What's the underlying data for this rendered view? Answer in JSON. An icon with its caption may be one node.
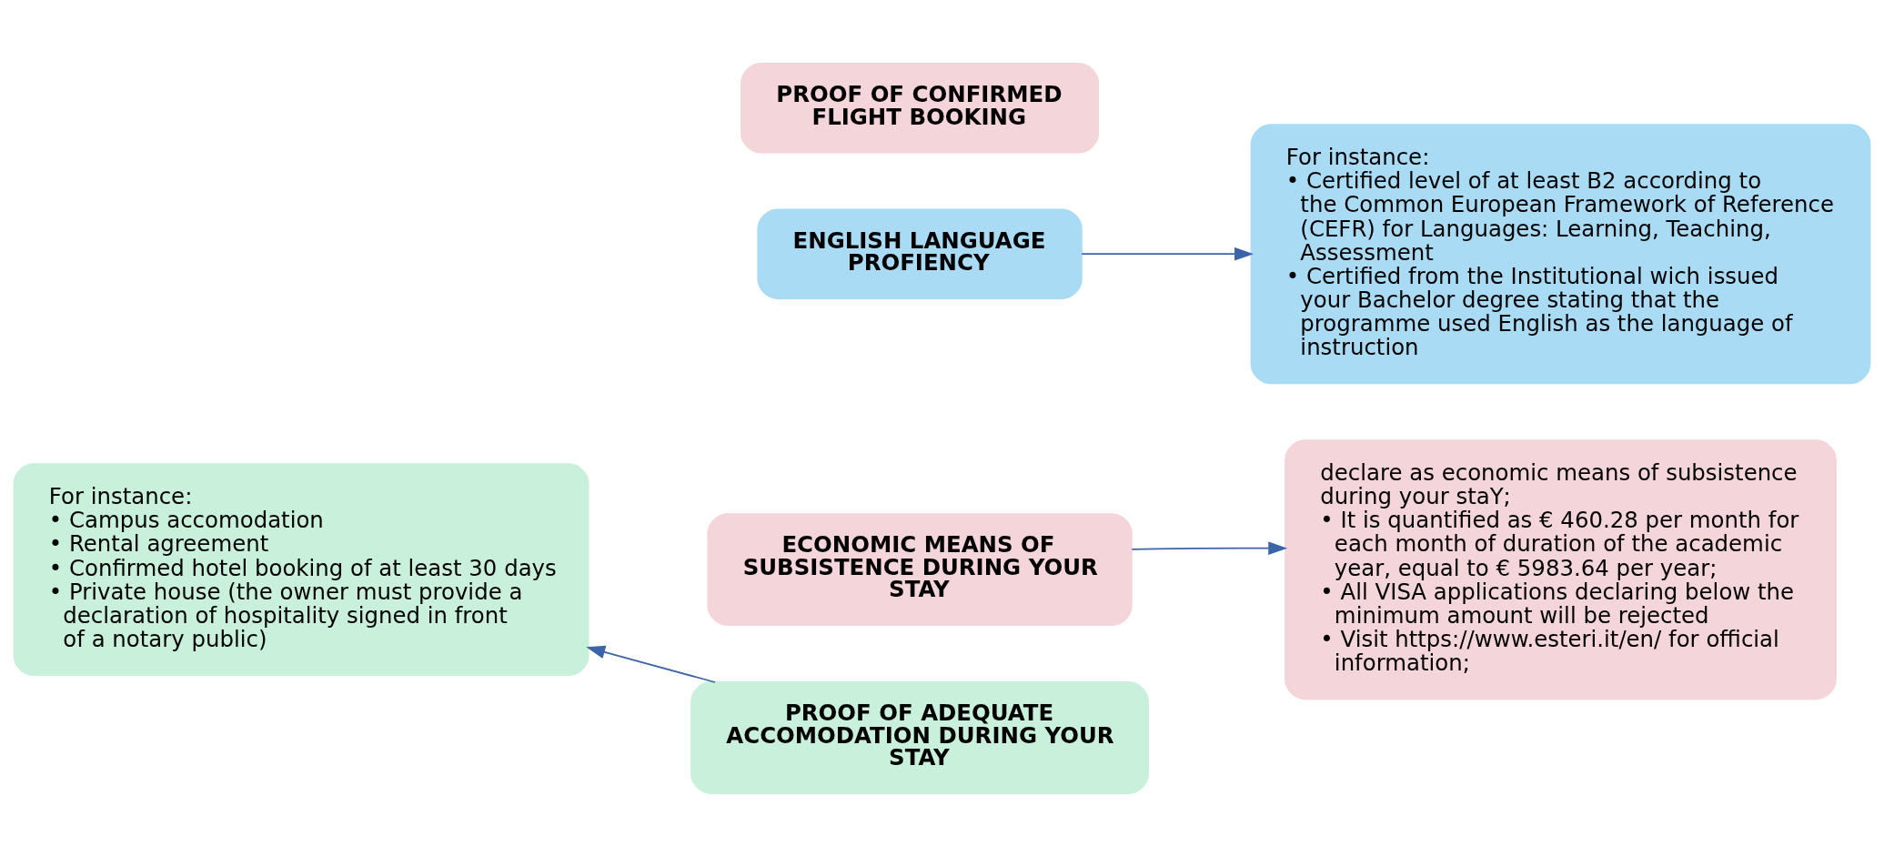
{
  "diagram": {
    "nodes": [
      {
        "text": [
          "ECONOMIC MEANS OF SUBSISTENCE DURING YOUR STAY"
        ]
      },
      {
        "text": [
          "declare as economic means of subsistence during your staY;",
          "• It is quantified as € 460.28 per month for each month of duration of the academic year, equal to € 5983.64 per year;",
          "• All VISA applications declaring below the minimum amount will be rejected",
          "• Visit https://www.esteri.it/en/ for official information;"
        ]
      },
      {
        "text": [
          "For instance:",
          "• Campus accomodation",
          "• Rental agreement",
          "• Confirmed hotel booking of at least 30 days",
          "• Private house (the owner must provide a declaration of hospitality signed in front of a notary public)"
        ]
      },
      {
        "text": [
          "PROOF OF ADEQUATE ACCOMODATION DURING YOUR STAY"
        ]
      },
      {
        "text": [
          "ENGLISH LANGUAGE PROFIENCY"
        ]
      },
      {
        "text": [
          "For instance:",
          "• Certified level of at least B2 according to the Common European Framework of Reference (CEFR) for Languages: Learning, Teaching, Assessment",
          "• Certified from the Institutional wich issued your Bachelor degree stating that the programme used English as the language of instruction"
        ]
      },
      {
        "text": [
          "PROOF OF CONFIRMED FLIGHT BOOKING"
        ]
      }
    ],
    "edges": [
      {
        "from": 0,
        "to": 1,
        "arrow": "to"
      },
      {
        "from": 3,
        "to": 2,
        "arrow": "to"
      },
      {
        "from": 4,
        "to": 5,
        "arrow": "to"
      }
    ]
  }
}
